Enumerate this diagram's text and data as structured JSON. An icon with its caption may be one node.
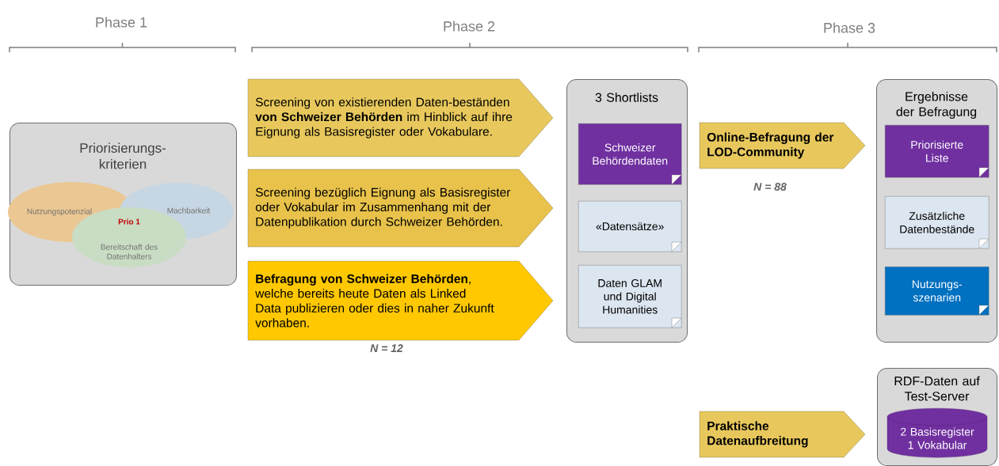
{
  "diagram": {
    "nodes": [
      {
        "text": [
          "Priorisierungs-kriterien"
        ]
      },
      {
        "text": [
          "Nutzungspotenzial"
        ],
        "in": 0
      },
      {
        "text": [
          "Machbarkeit"
        ],
        "in": 0
      },
      {
        "text": [
          "Bereitschaft des Datenhalters"
        ],
        "in": 0
      },
      {
        "text": [
          "Screening von existierenden Daten-beständen **von Schweizer Behörden** im Hinblick auf ihre Eignung als Basisregister oder Vokabulare."
        ]
      },
      {
        "text": [
          "Screening bezüglich Eignung als Basisregister oder Vokabular im Zusammenhang mit der Datenpublikation durch Schweizer Behörden."
        ]
      },
      {
        "text": [
          "**Befragung von Schweizer Behörden**, welche bereits heute Daten als Linked Data publizieren oder dies in naher Zukunft vorhaben."
        ],
        "beside": [
          "N = 12"
        ]
      },
      {
        "text": [
          "3 Shortlists"
        ]
      },
      {
        "text": [
          "Schweizer Behördendaten"
        ],
        "in": 7
      },
      {
        "text": [
          "«Datensätze»"
        ],
        "in": 7
      },
      {
        "text": [
          "Daten GLAM und Digital Humanities"
        ],
        "in": 7
      },
      {
        "text": [
          "Online-Befragung der LOD-Community"
        ],
        "beside": [
          "N = 88"
        ]
      },
      {
        "text": [
          "Ergebnisse der Befragung"
        ]
      },
      {
        "text": [
          "Priorisierte Liste"
        ],
        "in": 12
      },
      {
        "text": [
          "Zusätzliche Datenbestände"
        ],
        "in": 12
      },
      {
        "text": [
          "Nutzungs-szenarien"
        ],
        "in": 12
      },
      {
        "text": [
          "Praktische Datenaufbreitung"
        ]
      },
      {
        "text": [
          "RDF-Daten auf Test-Server"
        ]
      },
      {
        "text": [
          "2 Basisregister 1 Vokabular"
        ],
        "in": 17
      }
    ],
    "labels": [
      "Phase 1",
      "Phase 2",
      "Phase 3",
      "Prio 1"
    ]
  }
}
